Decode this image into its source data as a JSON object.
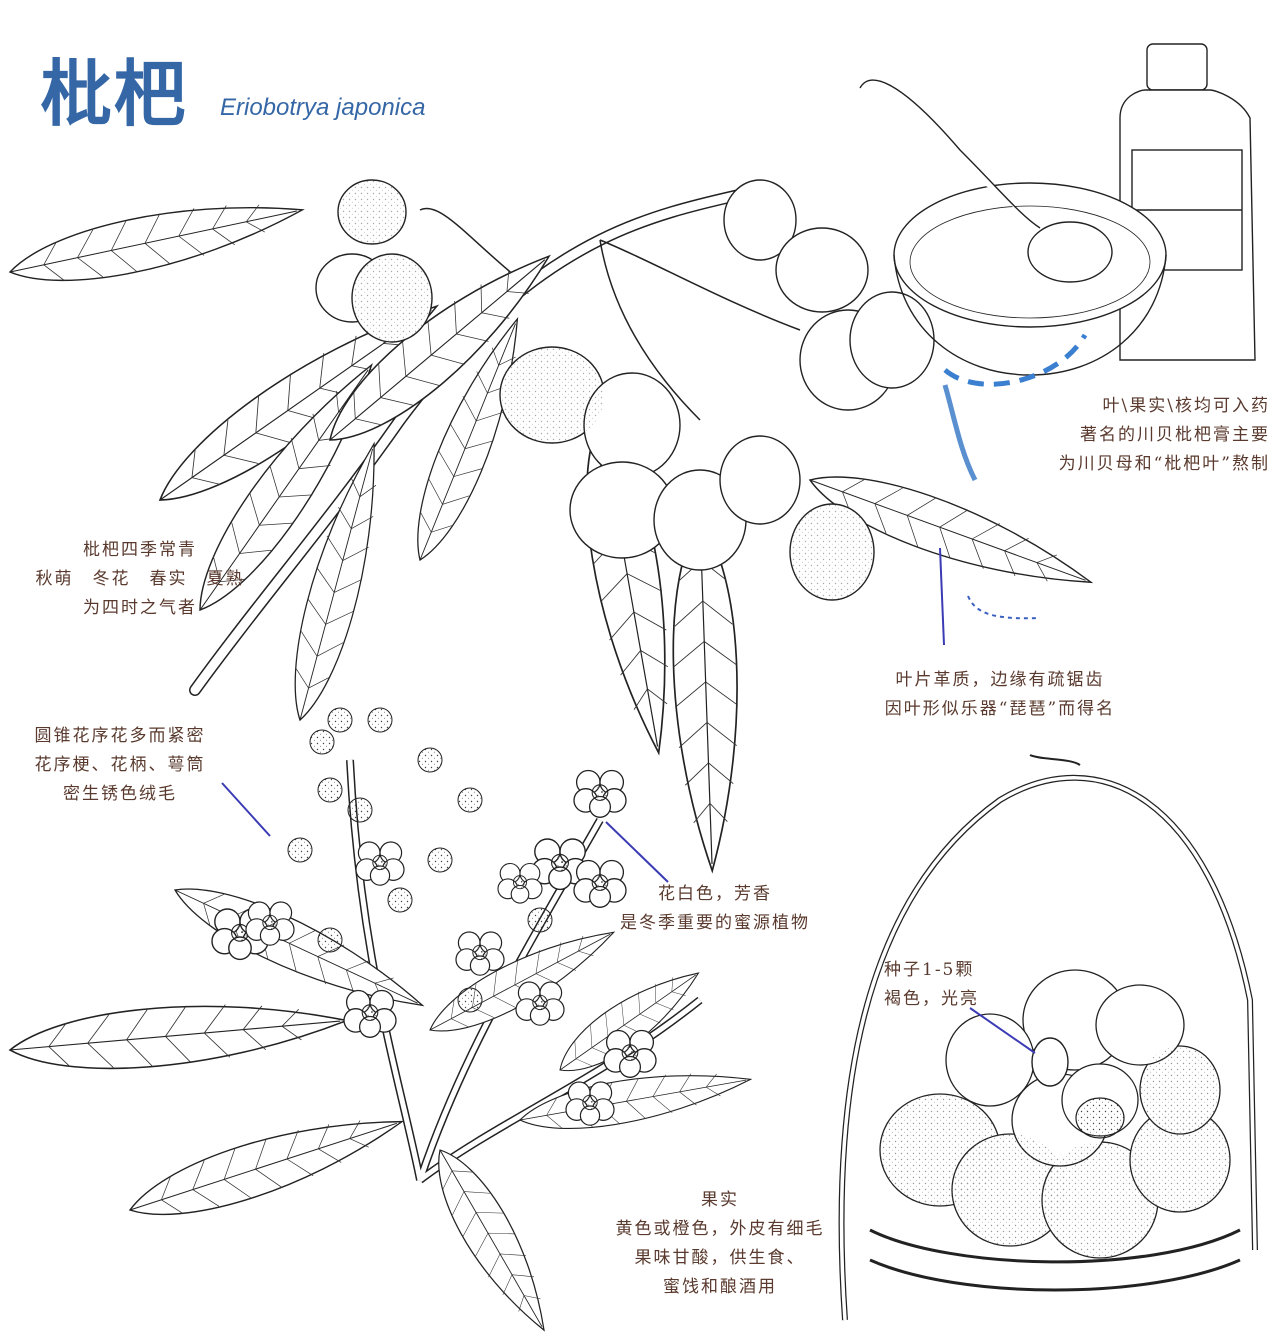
{
  "title": {
    "chinese": "枇杷",
    "latin": "Eriobotrya japonica"
  },
  "notes": {
    "medicinal": [
      "叶\\果实\\核均可入药",
      "著名的川贝枇杷膏主要",
      "为川贝母和“枇杷叶”熬制"
    ],
    "evergreen": [
      "枇杷四季常青",
      "秋萌　冬花　春实　夏熟",
      "为四时之气者"
    ],
    "leaf": [
      "叶片革质，边缘有疏锯齿",
      "因叶形似乐器“琵琶”而得名"
    ],
    "inflorescence": [
      "圆锥花序花多而紧密",
      "花序梗、花柄、萼筒",
      "密生锈色绒毛"
    ],
    "flower": [
      "花白色，芳香",
      "是冬季重要的蜜源植物"
    ],
    "seed": [
      "种子1-5颗",
      "褐色，光亮"
    ],
    "fruit": [
      "果实",
      "黄色或橙色，外皮有细毛",
      "果味甘酸，供生食、",
      "蜜饯和酿酒用"
    ]
  },
  "colors": {
    "title": "#3567a6",
    "pointer": "#3b3bb5",
    "dashed_arrow": "#3a7fd0",
    "note_text": "#5a3a2e",
    "ink": "#222222"
  },
  "illustrations": [
    "loquat-branch",
    "medicine-bowl-spoon",
    "medicine-bottle",
    "flower-cluster",
    "fruit-basket"
  ]
}
